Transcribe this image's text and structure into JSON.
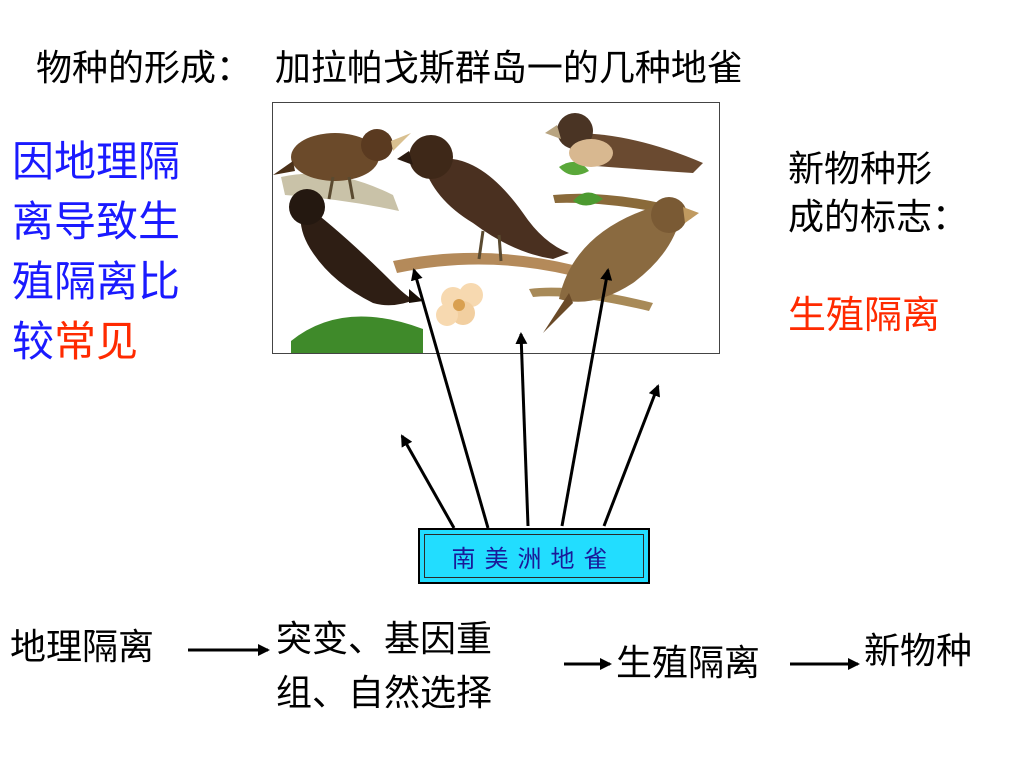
{
  "title": "物种的形成：  加拉帕戈斯群岛一的几种地雀",
  "left_note": {
    "lines": [
      "因地理隔",
      "离导致生",
      "殖隔离比"
    ],
    "last_prefix": "较",
    "last_highlight": "常见"
  },
  "right_note": {
    "label_lines": [
      "新物种形",
      "成的标志："
    ],
    "key": "生殖隔离"
  },
  "source_box": "南美洲地雀",
  "flow": {
    "step1": "地理隔离",
    "step2_line1": "突变、基因重",
    "step2_line2": "组、自然选择",
    "step3": "生殖隔离",
    "step4": "新物种"
  },
  "colors": {
    "blue_text": "#1a1aff",
    "red_text": "#ff2a00",
    "box_fill": "#22ddff",
    "box_text": "#1a1a99"
  }
}
